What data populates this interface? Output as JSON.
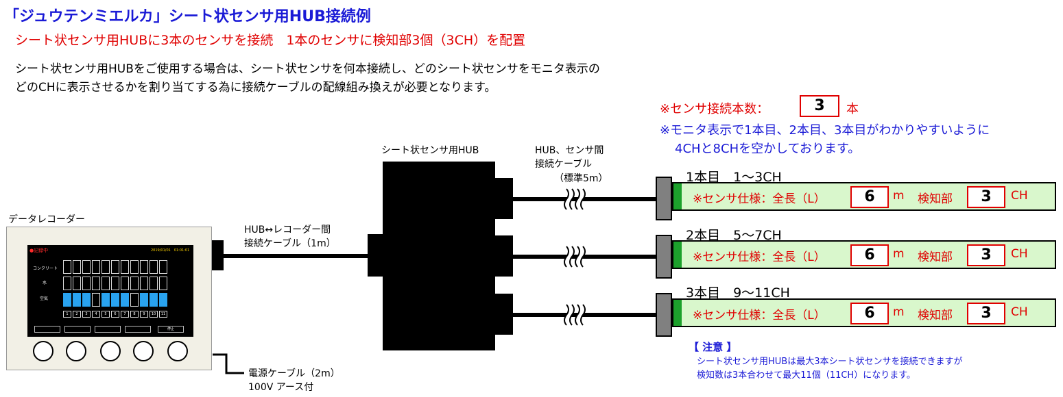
{
  "title": "「ジュウテンミエルカ」シート状センサ用HUB接続例",
  "subtitle": "シート状センサ用HUBに3本のセンサを接続　1本のセンサに検知部3個（3CH）を配置",
  "description": [
    "シート状センサ用HUBをご使用する場合は、シート状センサを何本接続し、どのシート状センサをモニタ表示の",
    "どのCHに表示させるかを割り当てする為に接続ケーブルの配線組み換えが必要となります。"
  ],
  "sensor_count": {
    "prefix": "※センサ接続本数：",
    "value": "3",
    "unit": "本"
  },
  "monitor_note": [
    "※モニタ表示で1本目、2本目、3本目がわかりやすいように",
    "4CHと8CHを空かしております。"
  ],
  "hub_label": "シート状センサ用HUB",
  "hub_sensor_cable": [
    "HUB、センサ間",
    "接続ケーブル",
    "（標準5m）"
  ],
  "recorder_label": "データレコーダー",
  "hub_recorder_cable": [
    "HUB↔レコーダー間",
    "接続ケーブル（1m）"
  ],
  "power_cable": [
    "電源ケーブル（2m）",
    "100V アース付"
  ],
  "screen": {
    "recording": "●記録中",
    "datetime": "2019/01/01　01:01:01",
    "rows": [
      "コンクリート",
      "水",
      "空気"
    ],
    "channels": [
      "1",
      "2",
      "3",
      "4",
      "5",
      "6",
      "7",
      "8",
      "9",
      "10",
      "11"
    ],
    "stop_button": "停止"
  },
  "sensors": [
    {
      "title": "1本目　1～3CH",
      "spec_label": "※センサ仕様：全長（L）",
      "length": "6",
      "length_unit": "m",
      "detect_label": "検知部",
      "detect_count": "3",
      "detect_unit": "CH"
    },
    {
      "title": "2本目　5～7CH",
      "spec_label": "※センサ仕様：全長（L）",
      "length": "6",
      "length_unit": "m",
      "detect_label": "検知部",
      "detect_count": "3",
      "detect_unit": "CH"
    },
    {
      "title": "3本目　9～11CH",
      "spec_label": "※センサ仕様：全長（L）",
      "length": "6",
      "length_unit": "m",
      "detect_label": "検知部",
      "detect_count": "3",
      "detect_unit": "CH"
    }
  ],
  "notice": {
    "heading": "【 注意 】",
    "lines": [
      "シート状センサ用HUBは最大3本シート状センサを接続できますが",
      "検知数は3本合わせて最大11個（11CH）になります。"
    ]
  },
  "colors": {
    "title": "#1a1ad6",
    "accent_red": "#e00000",
    "sensor_fill": "#d9f7cc",
    "sensor_green": "#1ca12c",
    "screen_blue": "#29a3f0"
  }
}
